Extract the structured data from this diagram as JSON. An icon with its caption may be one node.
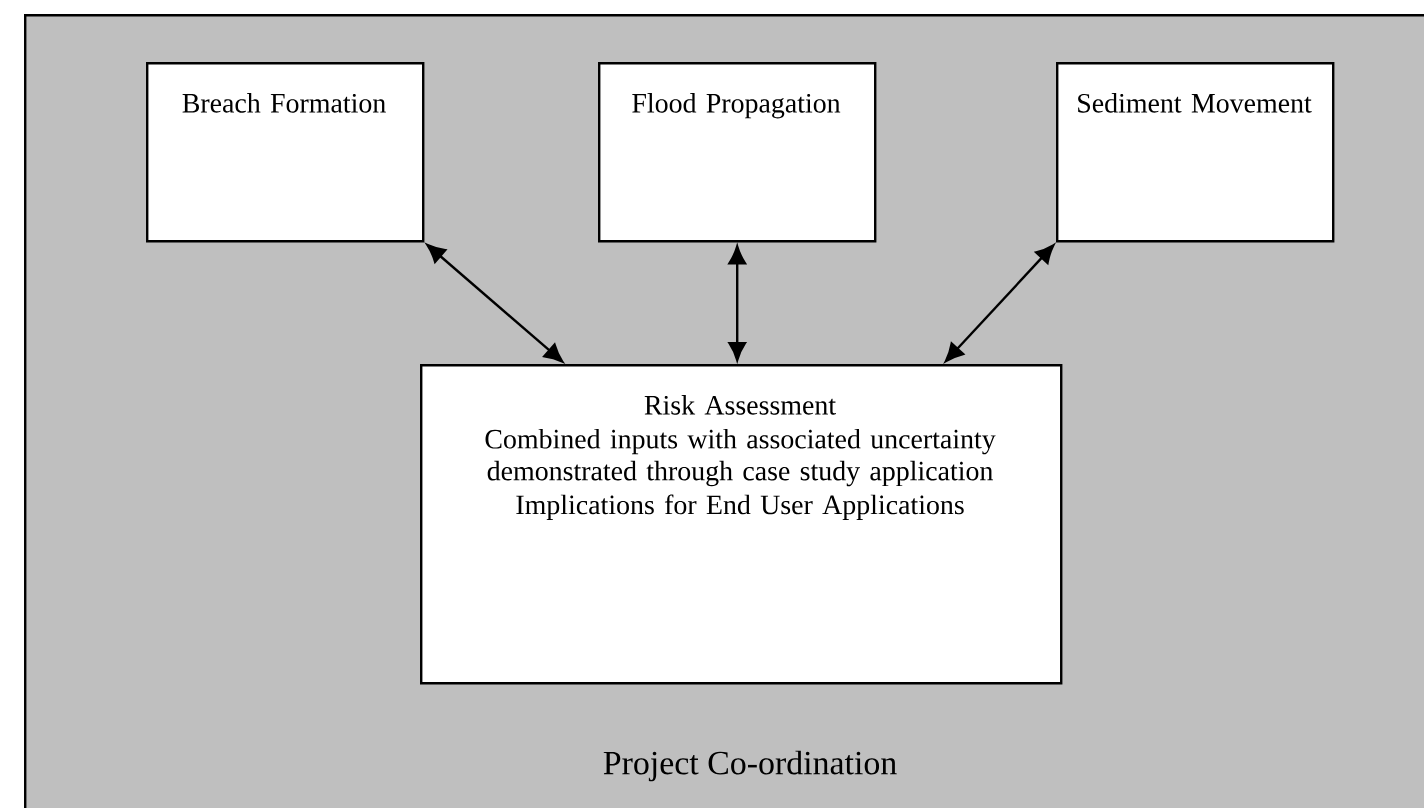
{
  "diagram": {
    "nodes": [
      {
        "text": [
          "Project Co-ordination"
        ]
      },
      {
        "text": [
          "Breach Formation"
        ],
        "in": 0
      },
      {
        "text": [
          "Flood Propagation"
        ],
        "in": 0
      },
      {
        "text": [
          "Sediment Movement"
        ],
        "in": 0
      },
      {
        "text": [
          "Risk Assessment",
          "Combined inputs with associated uncertainty demonstrated through case study application",
          "Implications for End User Applications"
        ],
        "in": 0
      }
    ],
    "edges": [
      {
        "from": 1,
        "to": 4,
        "arrow": "both"
      },
      {
        "from": 2,
        "to": 4,
        "arrow": "both"
      },
      {
        "from": 3,
        "to": 4,
        "arrow": "both"
      }
    ]
  }
}
